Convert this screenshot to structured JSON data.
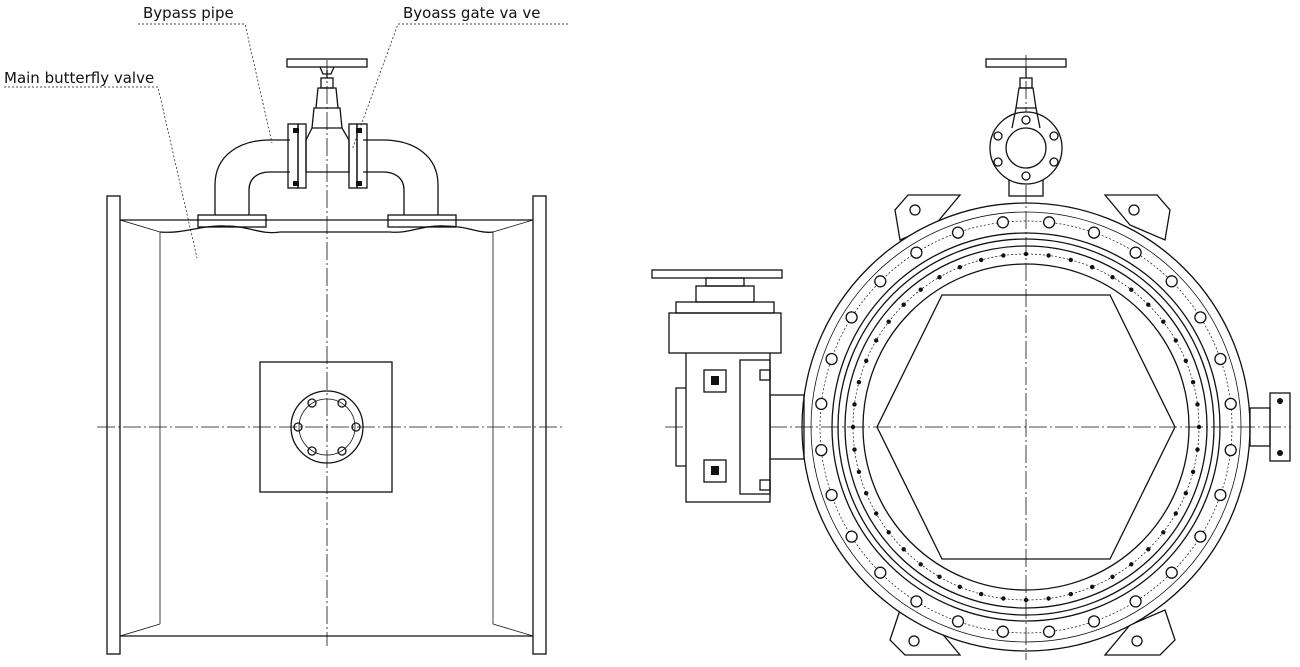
{
  "labels": {
    "bypass_pipe": "Bypass pipe",
    "bypass_gate_valve": "Byoass gate va ve",
    "main_butterfly_valve": "Main butterfly valve"
  },
  "colors": {
    "line": "#111111",
    "background": "#ffffff"
  }
}
